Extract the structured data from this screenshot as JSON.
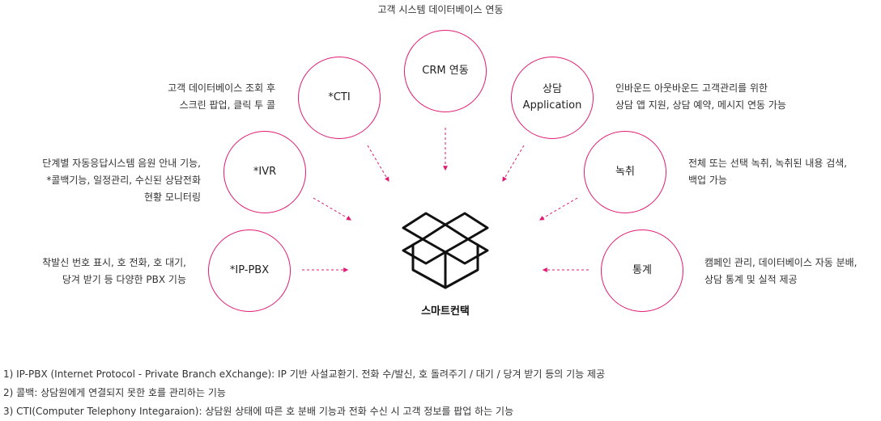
{
  "colors": {
    "accent": "#e01a73",
    "line": "#e01a73",
    "icon": "#111111"
  },
  "top_caption": "고객 시스템 데이터베이스 연동",
  "center": {
    "label": "스마트컨택",
    "icon": "open-box-icon"
  },
  "nodes": {
    "crm": {
      "label": "CRM 연동"
    },
    "cti": {
      "label": "*CTI",
      "desc": [
        "고객 데이터베이스 조회 후",
        "스크린 팝업, 클릭 투 콜"
      ]
    },
    "app": {
      "label_line1": "상담",
      "label_line2": "Application",
      "desc": [
        "인바운드 아웃바운드 고객관리를 위한",
        "상담 앱 지원, 상담 예약, 메시지 연동 가능"
      ]
    },
    "ivr": {
      "label": "*IVR",
      "desc": [
        "단계별 자동응답시스템 음원 안내 기능,",
        "*콜백기능, 일정관리, 수신된 상담전화",
        "현황 모니터링"
      ]
    },
    "record": {
      "label": "녹취",
      "desc": [
        "전체 또는 선택 녹취, 녹취된 내용 검색,",
        "백업 가능"
      ]
    },
    "pbx": {
      "label": "*IP-PBX",
      "desc": [
        "착발신 번호 표시, 호 전화, 호 대기,",
        "당겨 받기 등 다양한 PBX 기능"
      ]
    },
    "stats": {
      "label": "통계",
      "desc": [
        "캠페인 관리, 데이터베이스 자동 분배,",
        "상담 통계 및 실적 제공"
      ]
    }
  },
  "footnotes": [
    "1) IP-PBX (Internet Protocol - Private Branch eXchange): IP 기반 사설교환기. 전화 수/발신, 호 돌려주기 / 대기 / 당겨 받기 등의 기능 제공",
    "2) 콜백: 상담원에게 연결되지 못한 호를 관리하는 기능",
    "3) CTI(Computer Telephony Integaraion): 상담원 상태에 따른 호 분배 기능과 전화 수신 시 고객 정보를 팝업 하는 기능"
  ]
}
